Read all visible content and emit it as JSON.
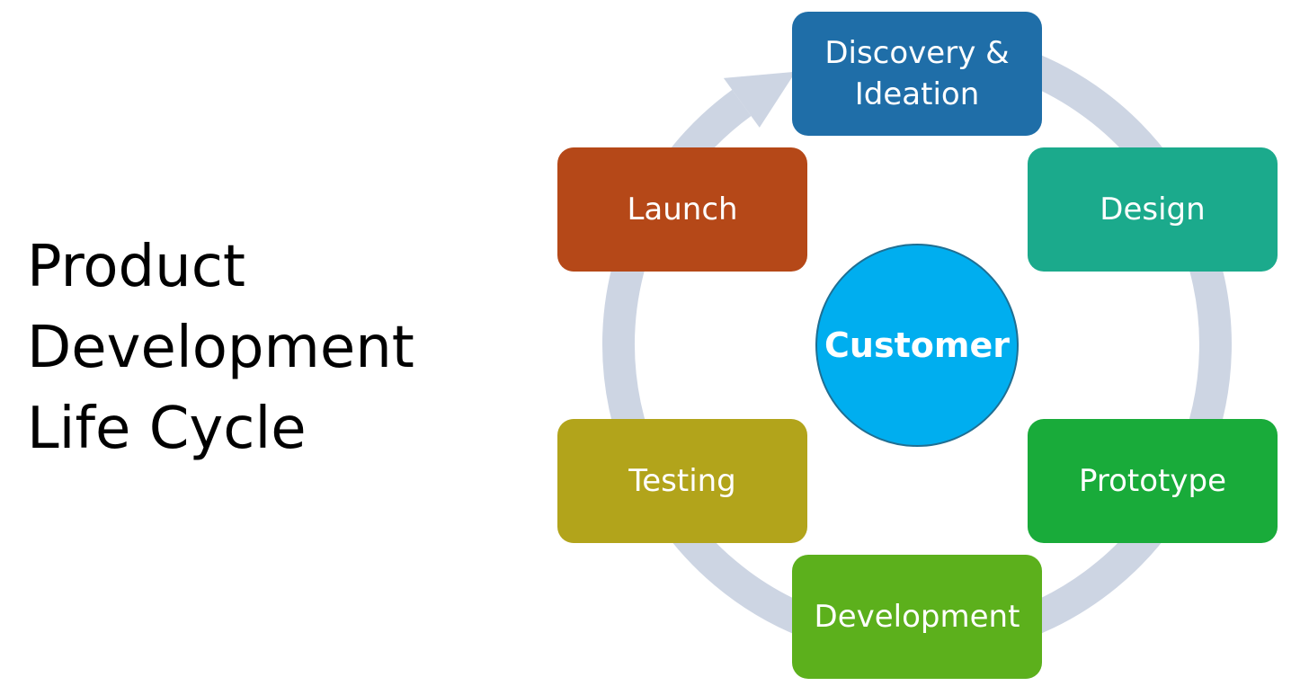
{
  "title_lines": [
    "Product",
    "Development",
    "Life Cycle"
  ],
  "center": {
    "label": "Customer",
    "color": "#00AEEF"
  },
  "ring_color": "#CDD5E3",
  "stages": [
    {
      "key": "discovery",
      "label": "Discovery & Ideation",
      "color": "#1F6EA8"
    },
    {
      "key": "design",
      "label": "Design",
      "color": "#1BAA8C"
    },
    {
      "key": "prototype",
      "label": "Prototype",
      "color": "#19AB3A"
    },
    {
      "key": "development",
      "label": "Development",
      "color": "#5CB01C"
    },
    {
      "key": "testing",
      "label": "Testing",
      "color": "#B2A41B"
    },
    {
      "key": "launch",
      "label": "Launch",
      "color": "#B54818"
    }
  ]
}
